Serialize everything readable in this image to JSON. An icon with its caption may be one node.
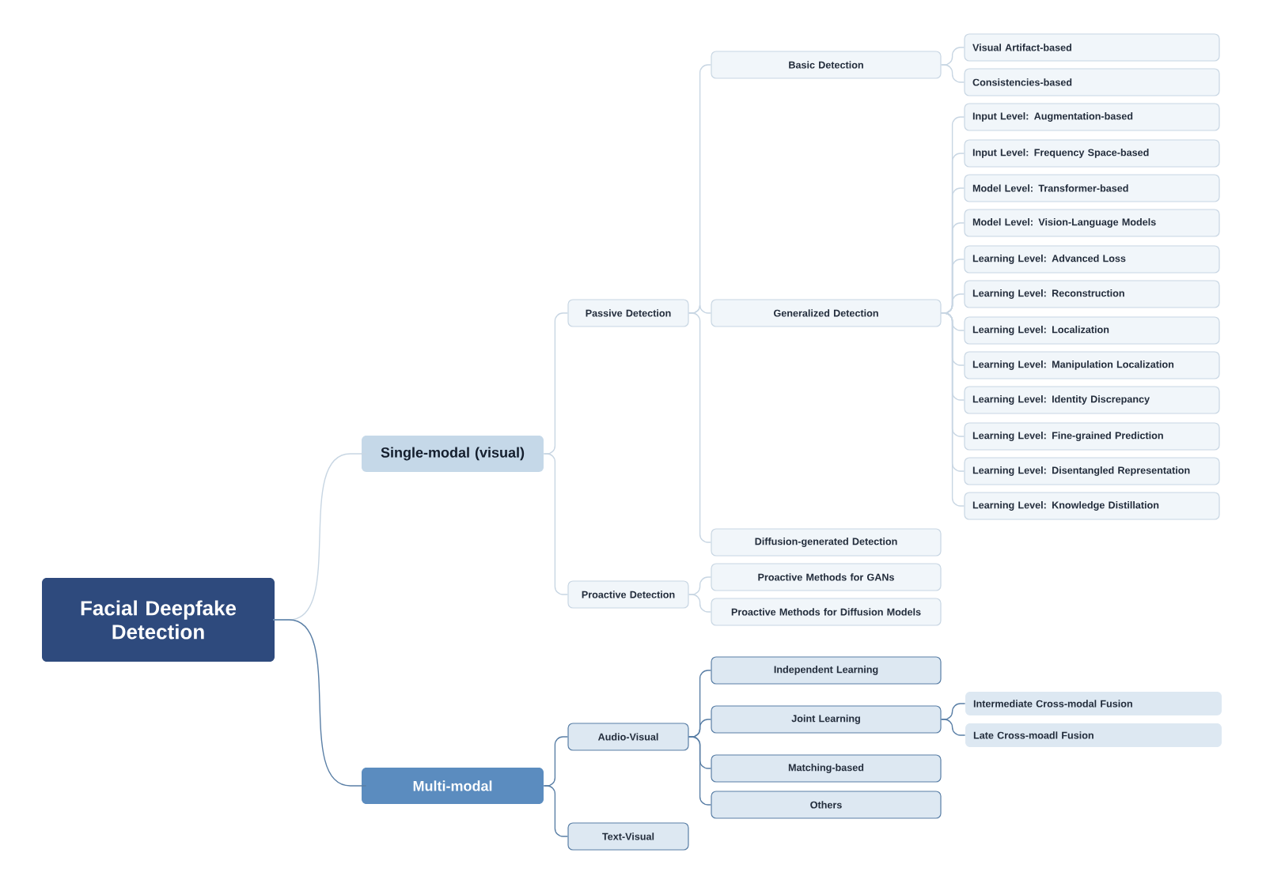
{
  "diagram": {
    "nodes": [
      {
        "text": [
          "Facial Deepfake Detection"
        ]
      },
      {
        "text": [
          "Single-modal (visual)"
        ]
      },
      {
        "text": [
          "Passive Detection"
        ]
      },
      {
        "text": [
          "Basic Detection"
        ]
      },
      {
        "text": [
          "Visual Artifact-based"
        ]
      },
      {
        "text": [
          "Consistencies-based"
        ]
      },
      {
        "text": [
          "Generalized Detection"
        ]
      },
      {
        "text": [
          "Input Level: Augmentation-based"
        ]
      },
      {
        "text": [
          "Input Level: Frequency Space-based"
        ]
      },
      {
        "text": [
          "Model Level: Transformer-based"
        ]
      },
      {
        "text": [
          "Model Level: Vision-Language Models"
        ]
      },
      {
        "text": [
          "Learning Level: Advanced Loss"
        ]
      },
      {
        "text": [
          "Learning Level: Reconstruction"
        ]
      },
      {
        "text": [
          "Learning Level: Localization"
        ]
      },
      {
        "text": [
          "Learning Level: Manipulation Localization"
        ]
      },
      {
        "text": [
          "Learning Level: Identity Discrepancy"
        ]
      },
      {
        "text": [
          "Learning Level: Fine-grained Prediction"
        ]
      },
      {
        "text": [
          "Learning Level: Disentangled Representation"
        ]
      },
      {
        "text": [
          "Learning Level: Knowledge Distillation"
        ]
      },
      {
        "text": [
          "Diffusion-generated Detection"
        ]
      },
      {
        "text": [
          "Proactive Detection"
        ]
      },
      {
        "text": [
          "Proactive Methods for GANs"
        ]
      },
      {
        "text": [
          "Proactive Methods for Diffusion Models"
        ]
      },
      {
        "text": [
          "Multi-modal"
        ]
      },
      {
        "text": [
          "Audio-Visual"
        ]
      },
      {
        "text": [
          "Independent Learning"
        ]
      },
      {
        "text": [
          "Joint Learning"
        ]
      },
      {
        "text": [
          "Intermediate Cross-modal Fusion"
        ]
      },
      {
        "text": [
          "Late Cross-moadl Fusion"
        ]
      },
      {
        "text": [
          "Matching-based"
        ]
      },
      {
        "text": [
          "Others"
        ]
      },
      {
        "text": [
          "Text-Visual"
        ]
      }
    ],
    "edges": [
      {
        "from": 0,
        "to": 1,
        "arrow": "none"
      },
      {
        "from": 1,
        "to": 2,
        "arrow": "none"
      },
      {
        "from": 2,
        "to": 3,
        "arrow": "none"
      },
      {
        "from": 3,
        "to": 4,
        "arrow": "none"
      },
      {
        "from": 3,
        "to": 5,
        "arrow": "none"
      },
      {
        "from": 2,
        "to": 6,
        "arrow": "none"
      },
      {
        "from": 6,
        "to": 7,
        "arrow": "none"
      },
      {
        "from": 6,
        "to": 8,
        "arrow": "none"
      },
      {
        "from": 6,
        "to": 9,
        "arrow": "none"
      },
      {
        "from": 6,
        "to": 10,
        "arrow": "none"
      },
      {
        "from": 6,
        "to": 11,
        "arrow": "none"
      },
      {
        "from": 6,
        "to": 12,
        "arrow": "none"
      },
      {
        "from": 6,
        "to": 13,
        "arrow": "none"
      },
      {
        "from": 6,
        "to": 14,
        "arrow": "none"
      },
      {
        "from": 6,
        "to": 15,
        "arrow": "none"
      },
      {
        "from": 6,
        "to": 16,
        "arrow": "none"
      },
      {
        "from": 6,
        "to": 17,
        "arrow": "none"
      },
      {
        "from": 6,
        "to": 18,
        "arrow": "none"
      },
      {
        "from": 2,
        "to": 19,
        "arrow": "none"
      },
      {
        "from": 1,
        "to": 20,
        "arrow": "none"
      },
      {
        "from": 20,
        "to": 21,
        "arrow": "none"
      },
      {
        "from": 20,
        "to": 22,
        "arrow": "none"
      },
      {
        "from": 0,
        "to": 23,
        "arrow": "none",
        "color": "#5a7fa6"
      },
      {
        "from": 23,
        "to": 24,
        "arrow": "none",
        "color": "#5a7fa6"
      },
      {
        "from": 24,
        "to": 25,
        "arrow": "none",
        "color": "#5a7fa6"
      },
      {
        "from": 24,
        "to": 26,
        "arrow": "none",
        "color": "#5a7fa6"
      },
      {
        "from": 26,
        "to": 27,
        "arrow": "none",
        "color": "#5a7fa6"
      },
      {
        "from": 26,
        "to": 28,
        "arrow": "none",
        "color": "#5a7fa6"
      },
      {
        "from": 24,
        "to": 29,
        "arrow": "none",
        "color": "#5a7fa6"
      },
      {
        "from": 24,
        "to": 30,
        "arrow": "none",
        "color": "#5a7fa6"
      },
      {
        "from": 23,
        "to": 31,
        "arrow": "none",
        "color": "#5a7fa6"
      }
    ]
  }
}
